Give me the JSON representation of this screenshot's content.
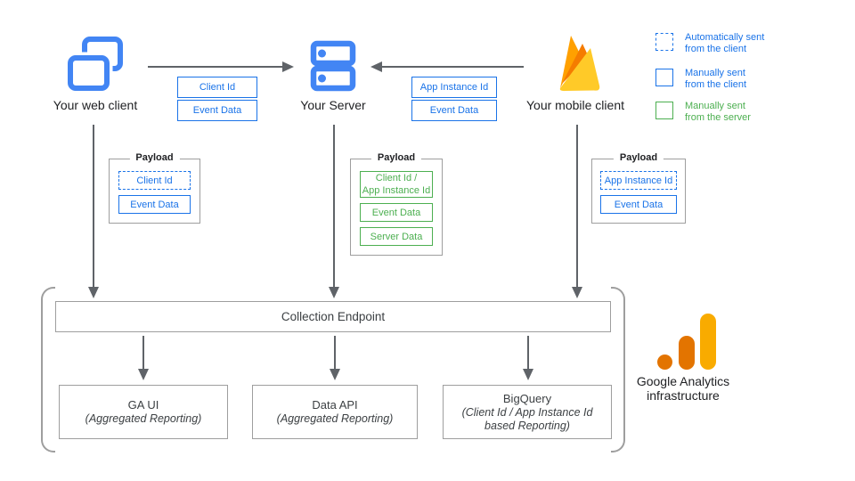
{
  "colors": {
    "icon_blue": "#4285F4",
    "box_blue": "#1a73e8",
    "green": "#4caf50",
    "arrow_gray": "#5f6368",
    "border_gray": "#9e9e9e",
    "firebase_left_spike": "#FFA000",
    "firebase_mid_spike": "#F57C00",
    "firebase_body": "#FFCA28",
    "ga_orange": "#e37400",
    "ga_amber": "#f9ab00"
  },
  "nodes": {
    "web": {
      "label": "Your web client"
    },
    "server": {
      "label": "Your Server"
    },
    "mobile": {
      "label": "Your mobile client"
    }
  },
  "edge_labels": {
    "web_to_server": [
      {
        "text": "Client Id"
      },
      {
        "text": "Event Data"
      }
    ],
    "mobile_to_server": [
      {
        "text": "App Instance Id"
      },
      {
        "text": "Event Data"
      }
    ]
  },
  "legend": [
    {
      "style": "dashed-blue",
      "text": "Automatically sent\nfrom the client"
    },
    {
      "style": "solid-blue",
      "text": "Manually sent\nfrom the client"
    },
    {
      "style": "solid-green",
      "text": "Manually sent\nfrom the server"
    }
  ],
  "payloads": {
    "web": {
      "title": "Payload",
      "items": [
        {
          "text": "Client Id"
        },
        {
          "text": "Event Data"
        }
      ]
    },
    "server": {
      "title": "Payload",
      "items": [
        {
          "text": "Client Id /\nApp Instance Id"
        },
        {
          "text": "Event Data"
        },
        {
          "text": "Server Data"
        }
      ]
    },
    "mobile": {
      "title": "Payload",
      "items": [
        {
          "text": "App Instance Id"
        },
        {
          "text": "Event Data"
        }
      ]
    }
  },
  "infrastructure": {
    "endpoint": "Collection Endpoint",
    "services": [
      {
        "name": "GA UI",
        "subtitle": "(Aggregated Reporting)"
      },
      {
        "name": "Data API",
        "subtitle": "(Aggregated Reporting)"
      },
      {
        "name": "BigQuery",
        "subtitle": "(Client Id / App Instance Id\nbased Reporting)"
      }
    ],
    "brand": "Google Analytics\ninfrastructure"
  }
}
